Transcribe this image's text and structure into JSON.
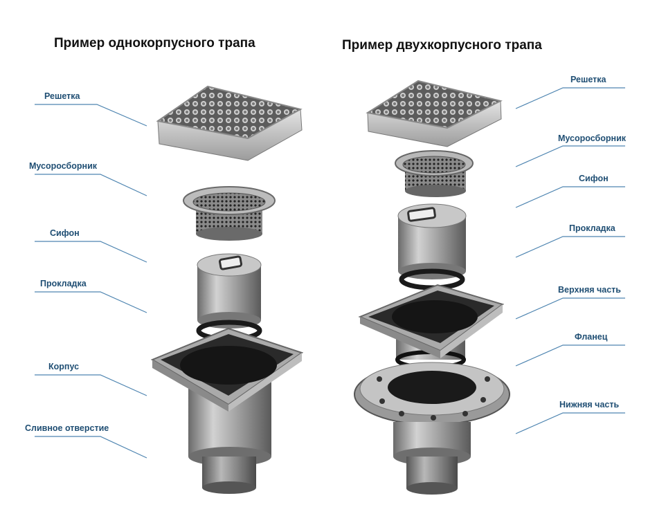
{
  "titles": {
    "single": "Пример однокорпусного трапа",
    "double": "Пример двухкорпусного трапа"
  },
  "single_labels": [
    "Решетка",
    "Мусоросборник",
    "Сифон",
    "Прокладка",
    "Корпус",
    "Сливное отверстие"
  ],
  "double_labels": [
    "Решетка",
    "Мусоросборник",
    "Сифон",
    "Прокладка",
    "Верхняя часть",
    "Фланец",
    "Нижняя часть"
  ],
  "colors": {
    "label": "#1f4e73",
    "leader": "#4d84b0",
    "metal": "#9a9a9a",
    "dark": "#1c1c1c"
  }
}
